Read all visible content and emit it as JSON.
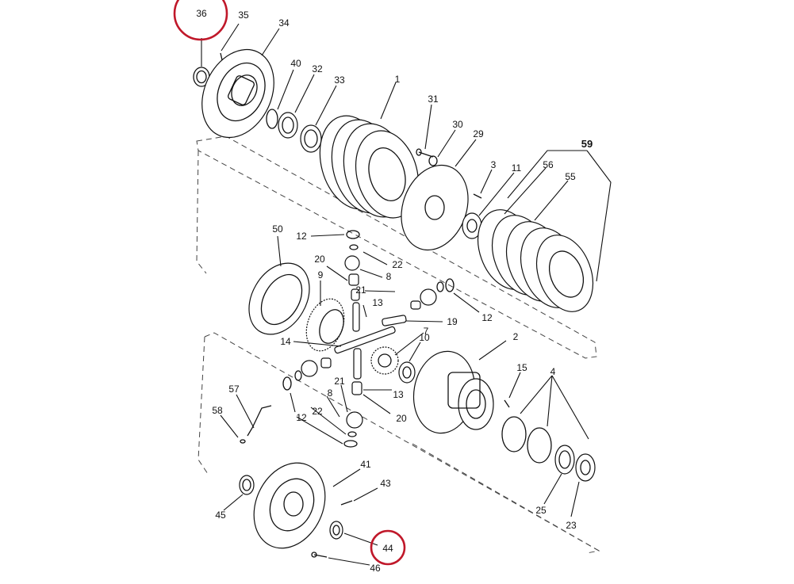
{
  "diagram": {
    "highlight_color": "#c0182a",
    "highlighted": [
      "36",
      "44"
    ],
    "callouts": {
      "c1": "1",
      "c2": "2",
      "c3": "3",
      "c4": "4",
      "c7": "7",
      "c8a": "8",
      "c8b": "8",
      "c9": "9",
      "c10": "10",
      "c11": "11",
      "c12a": "12",
      "c12b": "12",
      "c12c": "12",
      "c13a": "13",
      "c13b": "13",
      "c14": "14",
      "c15": "15",
      "c19": "19",
      "c20a": "20",
      "c20b": "20",
      "c21a": "21",
      "c21b": "21",
      "c22a": "22",
      "c22b": "22",
      "c23": "23",
      "c25": "25",
      "c29": "29",
      "c30": "30",
      "c31": "31",
      "c32": "32",
      "c33": "33",
      "c34": "34",
      "c35": "35",
      "c36": "36",
      "c40": "40",
      "c41": "41",
      "c43": "43",
      "c44": "44",
      "c45": "45",
      "c46": "46",
      "c50": "50",
      "c55": "55",
      "c56": "56",
      "c57": "57",
      "c58": "58",
      "c59": "59"
    }
  }
}
